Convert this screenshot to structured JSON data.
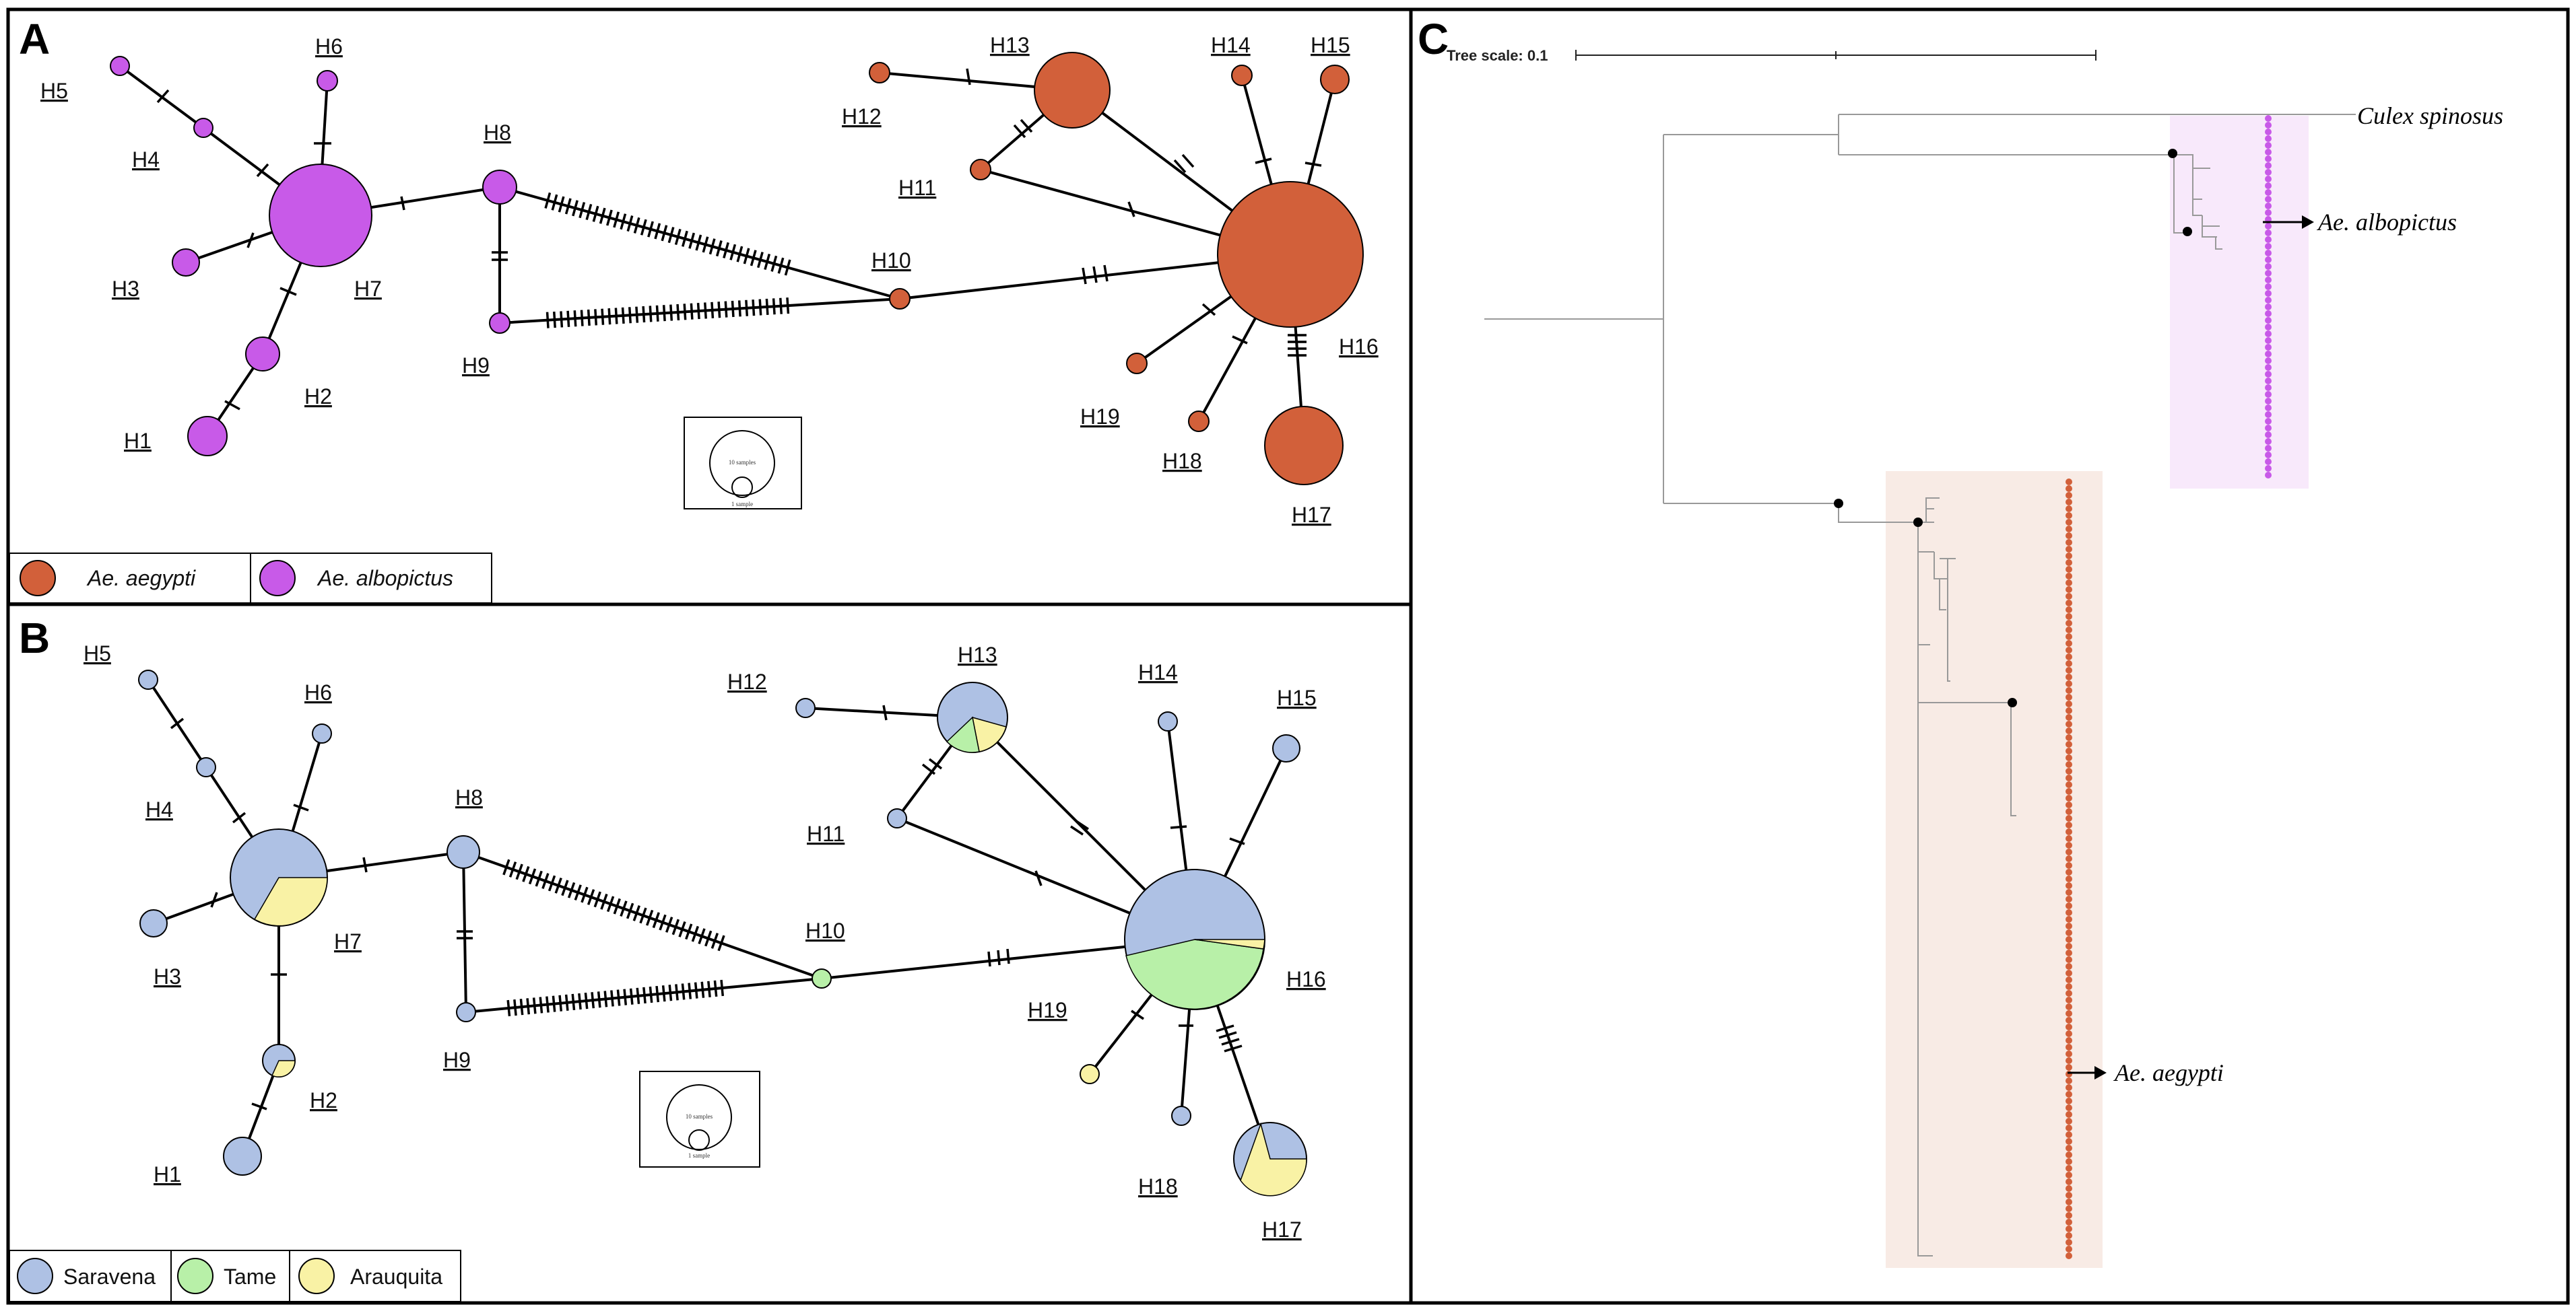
{
  "panels": {
    "a": {
      "letter": "A"
    },
    "b": {
      "letter": "B"
    },
    "c": {
      "letter": "C"
    }
  },
  "colors": {
    "aegypti": "#d2603a",
    "albopictus": "#c85ae8",
    "saravena": "#aec1e4",
    "tame": "#b8f0a8",
    "arauquita": "#f9f2a5",
    "albo_highlight": "#f8e9fb",
    "aegy_highlight": "#f8ebe5"
  },
  "haplotypes": [
    "H1",
    "H2",
    "H3",
    "H4",
    "H5",
    "H6",
    "H7",
    "H8",
    "H9",
    "H10",
    "H11",
    "H12",
    "H13",
    "H14",
    "H15",
    "H16",
    "H17",
    "H18",
    "H19"
  ],
  "key_box": {
    "large": "10 samples",
    "small": "1 sample"
  },
  "legend_a": [
    {
      "label": "Ae. aegypti",
      "color_key": "aegypti"
    },
    {
      "label": "Ae. albopictus",
      "color_key": "albopictus"
    }
  ],
  "legend_b": [
    {
      "label": "Saravena",
      "color_key": "saravena"
    },
    {
      "label": "Tame",
      "color_key": "tame"
    },
    {
      "label": "Arauquita",
      "color_key": "arauquita"
    }
  ],
  "tree": {
    "scale_label": "Tree scale: 0.1",
    "outgroup": "Culex spinosus",
    "albopictus_label": "Ae. albopictus",
    "aegypti_label": "Ae. aegypti"
  }
}
